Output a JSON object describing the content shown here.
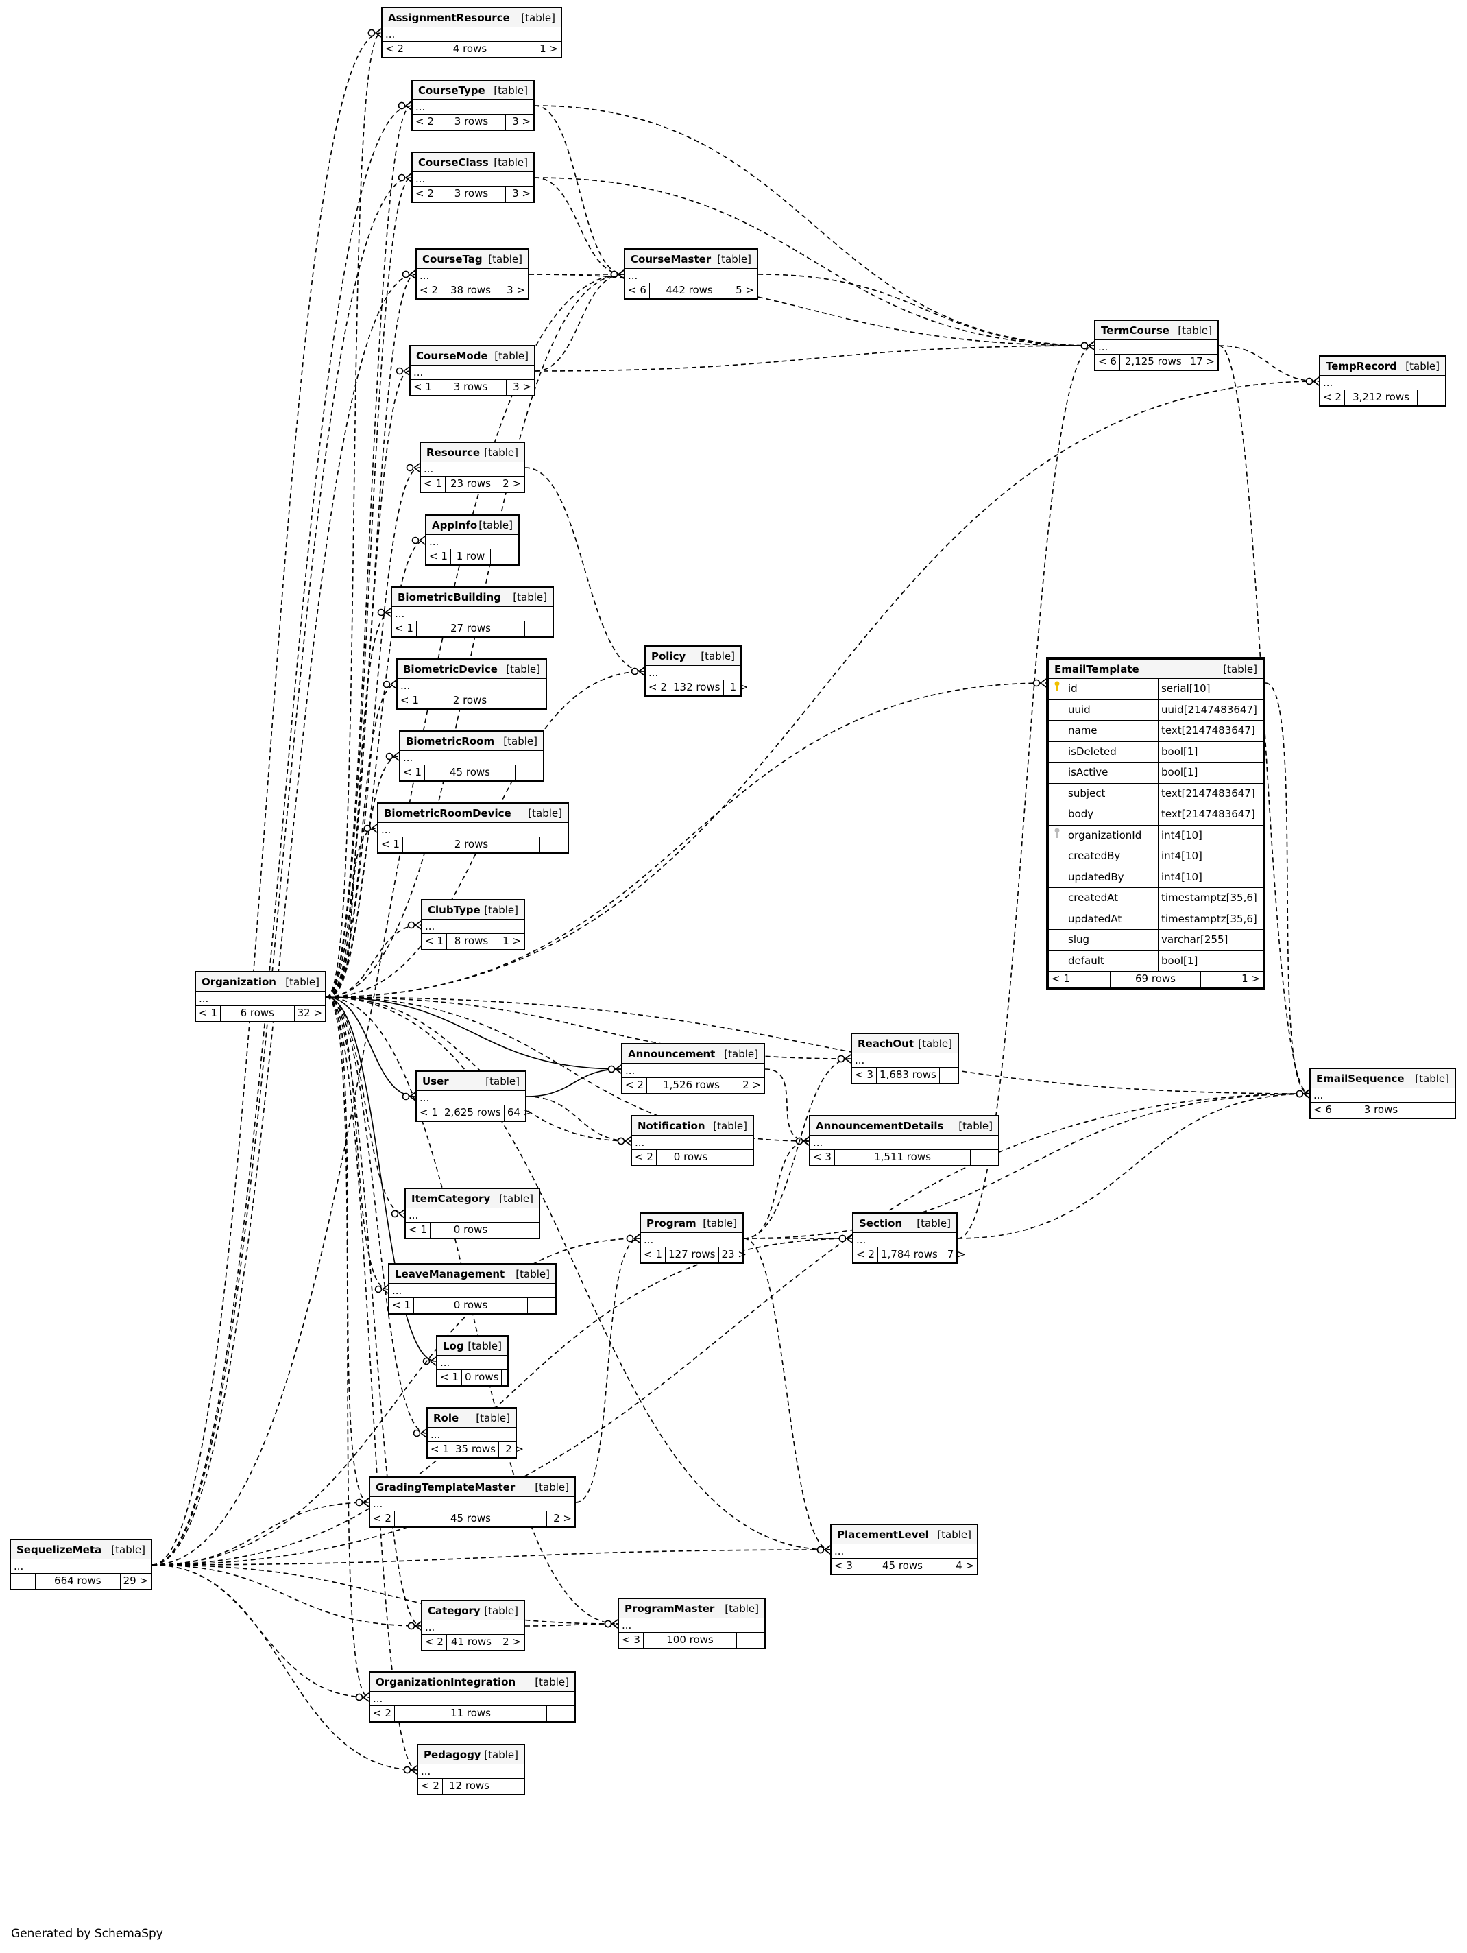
{
  "generator": "Generated by SchemaSpy",
  "type_label": "[table]",
  "ellipsis": "...",
  "tables": [
    {
      "name": "AssignmentResource",
      "left": "< 2",
      "rows": "4 rows",
      "right": "1 >"
    },
    {
      "name": "CourseType",
      "left": "< 2",
      "rows": "3 rows",
      "right": "3 >"
    },
    {
      "name": "CourseClass",
      "left": "< 2",
      "rows": "3 rows",
      "right": "3 >"
    },
    {
      "name": "CourseTag",
      "left": "< 2",
      "rows": "38 rows",
      "right": "3 >"
    },
    {
      "name": "CourseMaster",
      "left": "< 6",
      "rows": "442 rows",
      "right": "5 >"
    },
    {
      "name": "CourseMode",
      "left": "< 1",
      "rows": "3 rows",
      "right": "3 >"
    },
    {
      "name": "TermCourse",
      "left": "< 6",
      "rows": "2,125 rows",
      "right": "17 >"
    },
    {
      "name": "TempRecord",
      "left": "< 2",
      "rows": "3,212 rows",
      "right": ""
    },
    {
      "name": "Resource",
      "left": "< 1",
      "rows": "23 rows",
      "right": "2 >"
    },
    {
      "name": "AppInfo",
      "left": "< 1",
      "rows": "1 row",
      "right": ""
    },
    {
      "name": "BiometricBuilding",
      "left": "< 1",
      "rows": "27 rows",
      "right": ""
    },
    {
      "name": "BiometricDevice",
      "left": "< 1",
      "rows": "2 rows",
      "right": ""
    },
    {
      "name": "BiometricRoom",
      "left": "< 1",
      "rows": "45 rows",
      "right": ""
    },
    {
      "name": "BiometricRoomDevice",
      "left": "< 1",
      "rows": "2 rows",
      "right": ""
    },
    {
      "name": "Policy",
      "left": "< 2",
      "rows": "132 rows",
      "right": "1 >"
    },
    {
      "name": "ClubType",
      "left": "< 1",
      "rows": "8 rows",
      "right": "1 >"
    },
    {
      "name": "Organization",
      "left": "< 1",
      "rows": "6 rows",
      "right": "32 >"
    },
    {
      "name": "User",
      "left": "< 1",
      "rows": "2,625 rows",
      "right": "64 >"
    },
    {
      "name": "Announcement",
      "left": "< 2",
      "rows": "1,526 rows",
      "right": "2 >"
    },
    {
      "name": "ReachOut",
      "left": "< 3",
      "rows": "1,683 rows",
      "right": ""
    },
    {
      "name": "Notification",
      "left": "< 2",
      "rows": "0 rows",
      "right": ""
    },
    {
      "name": "AnnouncementDetails",
      "left": "< 3",
      "rows": "1,511 rows",
      "right": ""
    },
    {
      "name": "EmailSequence",
      "left": "< 6",
      "rows": "3 rows",
      "right": ""
    },
    {
      "name": "ItemCategory",
      "left": "< 1",
      "rows": "0 rows",
      "right": ""
    },
    {
      "name": "Program",
      "left": "< 1",
      "rows": "127 rows",
      "right": "23 >"
    },
    {
      "name": "Section",
      "left": "< 2",
      "rows": "1,784 rows",
      "right": "7 >"
    },
    {
      "name": "LeaveManagement",
      "left": "< 1",
      "rows": "0 rows",
      "right": ""
    },
    {
      "name": "Log",
      "left": "< 1",
      "rows": "0 rows",
      "right": ""
    },
    {
      "name": "Role",
      "left": "< 1",
      "rows": "35 rows",
      "right": "2 >"
    },
    {
      "name": "GradingTemplateMaster",
      "left": "< 2",
      "rows": "45 rows",
      "right": "2 >"
    },
    {
      "name": "PlacementLevel",
      "left": "< 3",
      "rows": "45 rows",
      "right": "4 >"
    },
    {
      "name": "SequelizeMeta",
      "left": "",
      "rows": "664 rows",
      "right": "29 >"
    },
    {
      "name": "Category",
      "left": "< 2",
      "rows": "41 rows",
      "right": "2 >"
    },
    {
      "name": "ProgramMaster",
      "left": "< 3",
      "rows": "100 rows",
      "right": ""
    },
    {
      "name": "OrganizationIntegration",
      "left": "< 2",
      "rows": "11 rows",
      "right": ""
    },
    {
      "name": "Pedagogy",
      "left": "< 2",
      "rows": "12 rows",
      "right": ""
    }
  ],
  "email_template": {
    "name": "EmailTemplate",
    "columns": [
      {
        "name": "id",
        "type": "serial[10]",
        "key": "pk"
      },
      {
        "name": "uuid",
        "type": "uuid[2147483647]",
        "key": ""
      },
      {
        "name": "name",
        "type": "text[2147483647]",
        "key": ""
      },
      {
        "name": "isDeleted",
        "type": "bool[1]",
        "key": ""
      },
      {
        "name": "isActive",
        "type": "bool[1]",
        "key": ""
      },
      {
        "name": "subject",
        "type": "text[2147483647]",
        "key": ""
      },
      {
        "name": "body",
        "type": "text[2147483647]",
        "key": ""
      },
      {
        "name": "organizationId",
        "type": "int4[10]",
        "key": "fk"
      },
      {
        "name": "createdBy",
        "type": "int4[10]",
        "key": ""
      },
      {
        "name": "updatedBy",
        "type": "int4[10]",
        "key": ""
      },
      {
        "name": "createdAt",
        "type": "timestamptz[35,6]",
        "key": ""
      },
      {
        "name": "updatedAt",
        "type": "timestamptz[35,6]",
        "key": ""
      },
      {
        "name": "slug",
        "type": "varchar[255]",
        "key": ""
      },
      {
        "name": "default",
        "type": "bool[1]",
        "key": ""
      }
    ],
    "left": "< 1",
    "rows": "69 rows",
    "right": "1 >"
  },
  "relationships": [
    {
      "from": "Organization",
      "to": "AssignmentResource",
      "style": "dashed"
    },
    {
      "from": "SequelizeMeta",
      "to": "AssignmentResource",
      "style": "dashed"
    },
    {
      "from": "Organization",
      "to": "CourseType",
      "style": "dashed"
    },
    {
      "from": "SequelizeMeta",
      "to": "CourseType",
      "style": "dashed"
    },
    {
      "from": "Organization",
      "to": "CourseClass",
      "style": "dashed"
    },
    {
      "from": "SequelizeMeta",
      "to": "CourseClass",
      "style": "dashed"
    },
    {
      "from": "Organization",
      "to": "CourseTag",
      "style": "dashed"
    },
    {
      "from": "SequelizeMeta",
      "to": "CourseTag",
      "style": "dashed"
    },
    {
      "from": "CourseType",
      "to": "CourseMaster",
      "style": "dashed"
    },
    {
      "from": "CourseClass",
      "to": "CourseMaster",
      "style": "dashed"
    },
    {
      "from": "CourseTag",
      "to": "CourseMaster",
      "style": "dashed"
    },
    {
      "from": "CourseMode",
      "to": "CourseMaster",
      "style": "dashed"
    },
    {
      "from": "Organization",
      "to": "CourseMaster",
      "style": "dashed"
    },
    {
      "from": "SequelizeMeta",
      "to": "CourseMaster",
      "style": "dashed"
    },
    {
      "from": "Organization",
      "to": "CourseMode",
      "style": "dashed"
    },
    {
      "from": "CourseType",
      "to": "TermCourse",
      "style": "dashed"
    },
    {
      "from": "CourseClass",
      "to": "TermCourse",
      "style": "dashed"
    },
    {
      "from": "CourseTag",
      "to": "TermCourse",
      "style": "dashed"
    },
    {
      "from": "CourseMaster",
      "to": "TermCourse",
      "style": "dashed"
    },
    {
      "from": "CourseMode",
      "to": "TermCourse",
      "style": "dashed"
    },
    {
      "from": "Section",
      "to": "TermCourse",
      "style": "dashed"
    },
    {
      "from": "TermCourse",
      "to": "TempRecord",
      "style": "dashed"
    },
    {
      "from": "Organization",
      "to": "TempRecord",
      "style": "dashed"
    },
    {
      "from": "TermCourse",
      "to": "EmailSequence",
      "style": "dashed"
    },
    {
      "from": "Organization",
      "to": "Resource",
      "style": "dashed"
    },
    {
      "from": "Resource",
      "to": "Policy",
      "style": "dashed"
    },
    {
      "from": "Organization",
      "to": "Policy",
      "style": "dashed"
    },
    {
      "from": "Organization",
      "to": "AppInfo",
      "style": "dashed"
    },
    {
      "from": "Organization",
      "to": "BiometricBuilding",
      "style": "dashed"
    },
    {
      "from": "Organization",
      "to": "BiometricDevice",
      "style": "dashed"
    },
    {
      "from": "Organization",
      "to": "BiometricRoom",
      "style": "dashed"
    },
    {
      "from": "Organization",
      "to": "BiometricRoomDevice",
      "style": "dashed"
    },
    {
      "from": "Organization",
      "to": "ClubType",
      "style": "dashed"
    },
    {
      "from": "Organization",
      "to": "EmailTemplate",
      "style": "dashed"
    },
    {
      "from": "EmailTemplate",
      "to": "EmailSequence",
      "style": "dashed"
    },
    {
      "from": "Organization",
      "to": "EmailSequence",
      "style": "dashed"
    },
    {
      "from": "Organization",
      "to": "User",
      "style": "solid"
    },
    {
      "from": "Organization",
      "to": "Announcement",
      "style": "solid"
    },
    {
      "from": "User",
      "to": "Announcement",
      "style": "solid"
    },
    {
      "from": "User",
      "to": "Notification",
      "style": "dashed"
    },
    {
      "from": "Organization",
      "to": "Notification",
      "style": "dashed"
    },
    {
      "from": "Organization",
      "to": "ReachOut",
      "style": "dashed"
    },
    {
      "from": "Announcement",
      "to": "AnnouncementDetails",
      "style": "dashed"
    },
    {
      "from": "Organization",
      "to": "AnnouncementDetails",
      "style": "dashed"
    },
    {
      "from": "Program",
      "to": "AnnouncementDetails",
      "style": "dashed"
    },
    {
      "from": "Program",
      "to": "ReachOut",
      "style": "dashed"
    },
    {
      "from": "Program",
      "to": "Section",
      "style": "dashed"
    },
    {
      "from": "Program",
      "to": "EmailSequence",
      "style": "dashed"
    },
    {
      "from": "Program",
      "to": "PlacementLevel",
      "style": "dashed"
    },
    {
      "from": "Section",
      "to": "EmailSequence",
      "style": "dashed"
    },
    {
      "from": "Organization",
      "to": "ItemCategory",
      "style": "dashed"
    },
    {
      "from": "Organization",
      "to": "LeaveManagement",
      "style": "dashed"
    },
    {
      "from": "Organization",
      "to": "Log",
      "style": "solid"
    },
    {
      "from": "Organization",
      "to": "Role",
      "style": "dashed"
    },
    {
      "from": "Organization",
      "to": "GradingTemplateMaster",
      "style": "dashed"
    },
    {
      "from": "GradingTemplateMaster",
      "to": "Program",
      "style": "dashed"
    },
    {
      "from": "Organization",
      "to": "PlacementLevel",
      "style": "dashed"
    },
    {
      "from": "Organization",
      "to": "Category",
      "style": "dashed"
    },
    {
      "from": "Organization",
      "to": "ProgramMaster",
      "style": "dashed"
    },
    {
      "from": "Category",
      "to": "ProgramMaster",
      "style": "dashed"
    },
    {
      "from": "Organization",
      "to": "OrganizationIntegration",
      "style": "dashed"
    },
    {
      "from": "Organization",
      "to": "Pedagogy",
      "style": "dashed"
    },
    {
      "from": "SequelizeMeta",
      "to": "GradingTemplateMaster",
      "style": "dashed"
    },
    {
      "from": "SequelizeMeta",
      "to": "Category",
      "style": "dashed"
    },
    {
      "from": "SequelizeMeta",
      "to": "ProgramMaster",
      "style": "dashed"
    },
    {
      "from": "SequelizeMeta",
      "to": "OrganizationIntegration",
      "style": "dashed"
    },
    {
      "from": "SequelizeMeta",
      "to": "Pedagogy",
      "style": "dashed"
    },
    {
      "from": "SequelizeMeta",
      "to": "Program",
      "style": "dashed"
    },
    {
      "from": "SequelizeMeta",
      "to": "Section",
      "style": "dashed"
    },
    {
      "from": "SequelizeMeta",
      "to": "PlacementLevel",
      "style": "dashed"
    },
    {
      "from": "SequelizeMeta",
      "to": "EmailSequence",
      "style": "dashed"
    }
  ]
}
